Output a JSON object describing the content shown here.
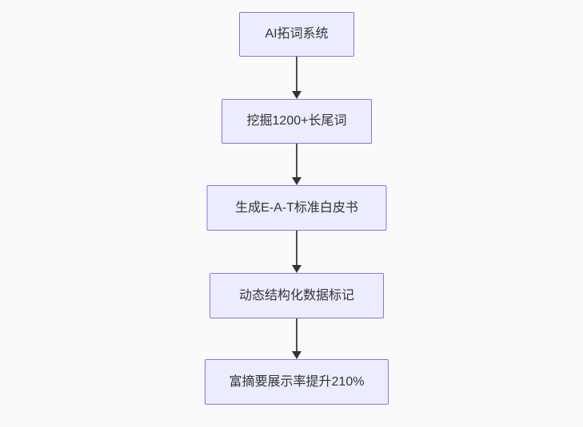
{
  "diagram": {
    "type": "flowchart",
    "direction": "top-down",
    "nodes": [
      {
        "id": "n1",
        "label": "AI拓词系统"
      },
      {
        "id": "n2",
        "label": "挖掘1200+长尾词"
      },
      {
        "id": "n3",
        "label": "生成E-A-T标准白皮书"
      },
      {
        "id": "n4",
        "label": "动态结构化数据标记"
      },
      {
        "id": "n5",
        "label": "富摘要展示率提升210%"
      }
    ],
    "edges": [
      {
        "from": "n1",
        "to": "n2"
      },
      {
        "from": "n2",
        "to": "n3"
      },
      {
        "from": "n3",
        "to": "n4"
      },
      {
        "from": "n4",
        "to": "n5"
      }
    ],
    "colors": {
      "node_fill": "#ececff",
      "node_border": "#9370db",
      "text": "#333333",
      "arrow": "#333333",
      "background": "#fafafa"
    }
  }
}
